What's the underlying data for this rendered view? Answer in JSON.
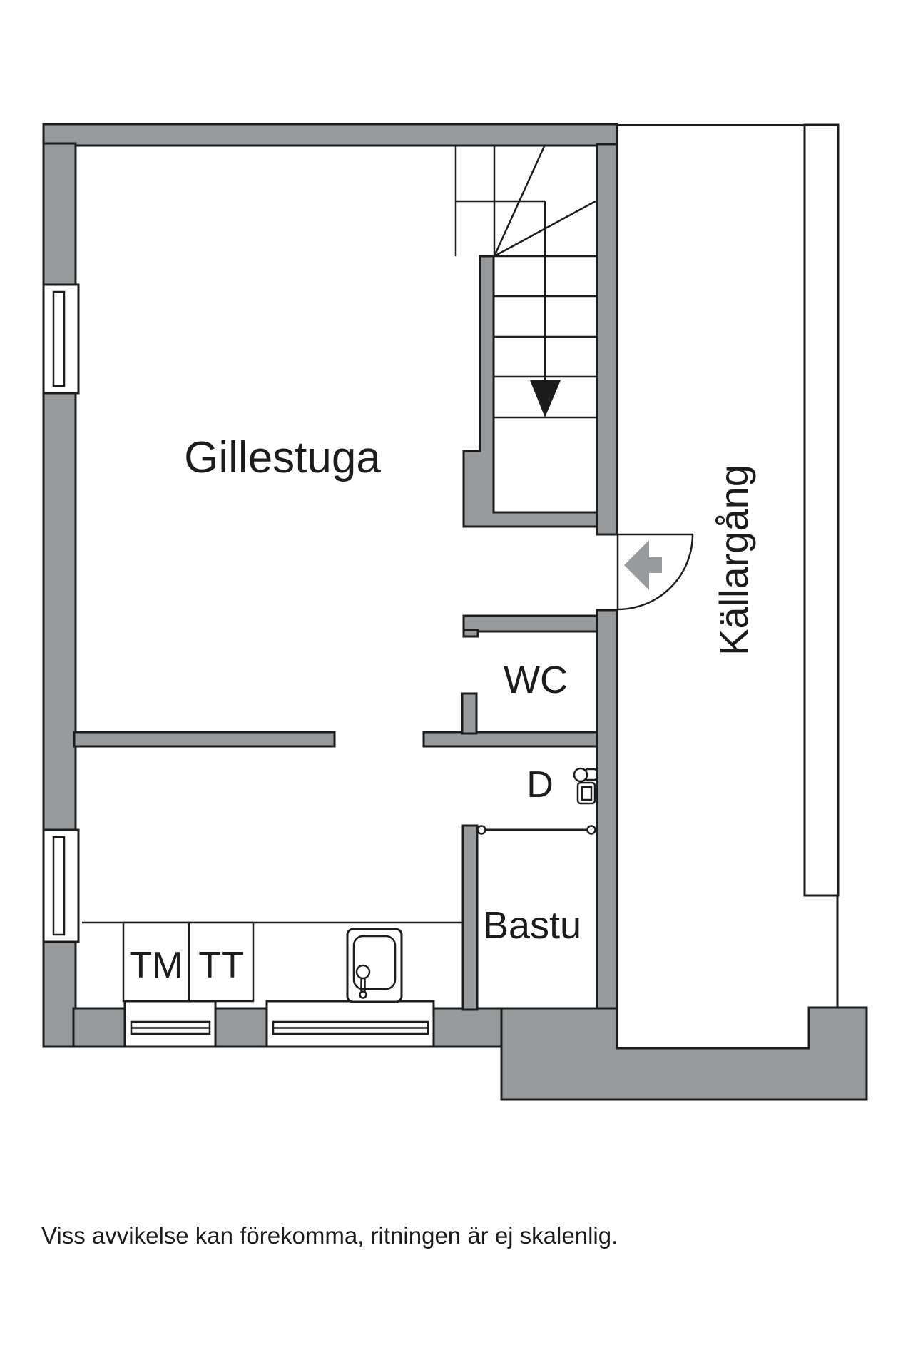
{
  "floorplan": {
    "rooms": [
      {
        "id": "gillestuga",
        "label": "Gillestuga"
      },
      {
        "id": "kallargang",
        "label": "Källargång"
      },
      {
        "id": "wc",
        "label": "WC"
      },
      {
        "id": "dusch",
        "label": "D"
      },
      {
        "id": "bastu",
        "label": "Bastu"
      }
    ],
    "appliances": [
      {
        "id": "tvattmaskin",
        "label": "TM"
      },
      {
        "id": "torktumlare",
        "label": "TT"
      }
    ],
    "icons": {
      "entrance_arrow": "left-arrow",
      "stair_direction_arrow": "down-arrow",
      "shower_mixer": "shower-fixture",
      "sink": "sink-with-tap"
    },
    "colors": {
      "wall": "#979b9d",
      "outline": "#1c1c1c",
      "background": "#ffffff",
      "text": "#1c1c1c"
    },
    "disclaimer": "Viss avvikelse kan förekomma, ritningen är ej skalenlig."
  }
}
